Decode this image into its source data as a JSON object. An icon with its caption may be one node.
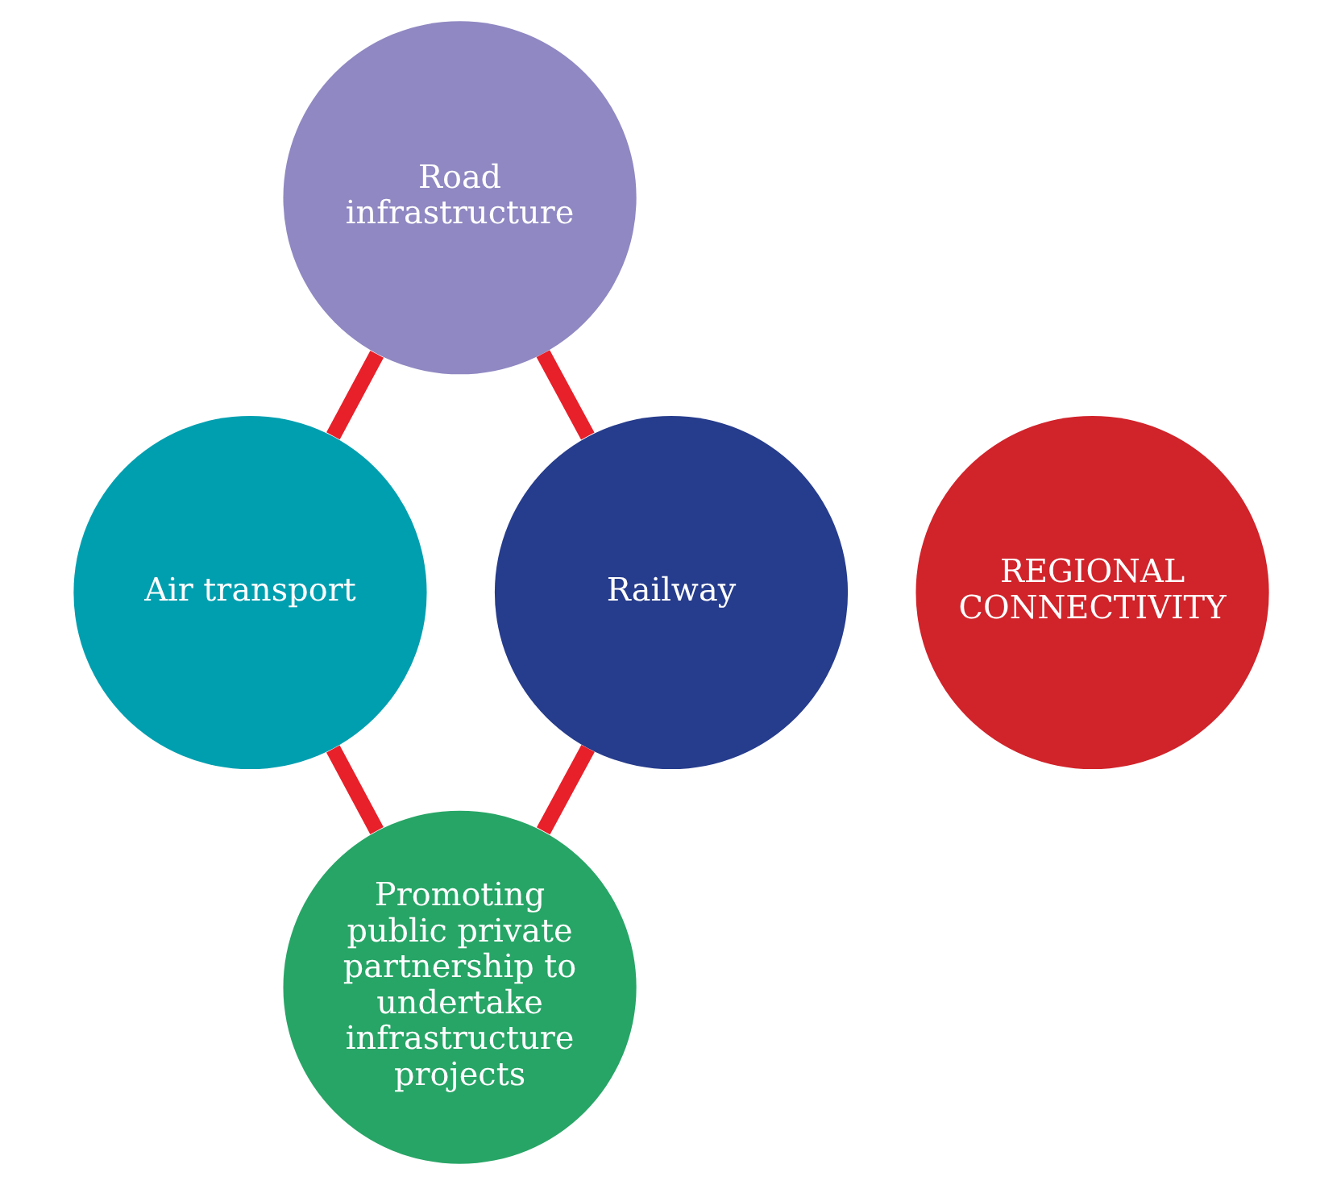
{
  "diagram": {
    "nodes": [
      {
        "text": [
          "Road infrastructure"
        ]
      },
      {
        "text": [
          "Railway"
        ]
      },
      {
        "text": [
          "REGIONAL CONNECTIVITY"
        ]
      },
      {
        "text": [
          "Air transport"
        ]
      },
      {
        "text": [
          "Promoting public private partnership to undertake infrastructure projects"
        ]
      }
    ],
    "edges": [
      {
        "from": 0,
        "to": 3,
        "arrow": "none"
      },
      {
        "from": 3,
        "to": 4,
        "arrow": "none"
      },
      {
        "from": 4,
        "to": 1,
        "arrow": "none"
      },
      {
        "from": 1,
        "to": 0,
        "arrow": "none"
      }
    ]
  }
}
